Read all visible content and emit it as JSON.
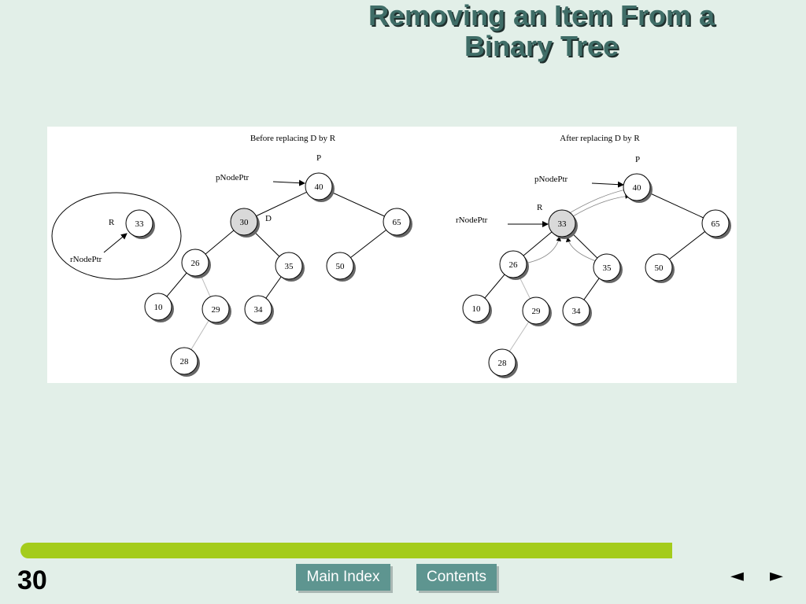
{
  "slide": {
    "title_line1": "Removing an Item From a",
    "title_line2": "Binary Tree",
    "page_number": "30"
  },
  "nav": {
    "main_index_label": "Main Index",
    "contents_label": "Contents",
    "prev_icon": "◄",
    "next_icon": "►"
  },
  "diagram": {
    "before": {
      "caption": "Before replacing D by R",
      "labels": {
        "p": "P",
        "pnodeptr": "pNodePtr",
        "d": "D",
        "r": "R",
        "rnodeptr": "rNodePtr"
      },
      "nodes": [
        "40",
        "30",
        "65",
        "26",
        "35",
        "50",
        "10",
        "29",
        "34",
        "28",
        "33"
      ]
    },
    "after": {
      "caption": "After replacing D by R",
      "labels": {
        "p": "P",
        "pnodeptr": "pNodePtr",
        "r": "R",
        "rnodeptr": "rNodePtr"
      },
      "nodes": [
        "40",
        "33",
        "65",
        "26",
        "35",
        "50",
        "10",
        "29",
        "34",
        "28"
      ]
    },
    "highlight_color": "#d9d9d9"
  }
}
